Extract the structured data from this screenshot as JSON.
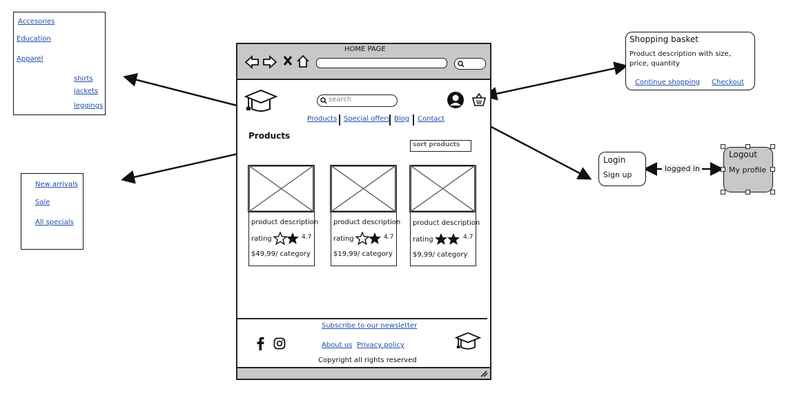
{
  "categories_menu": {
    "items": [
      "Accesories",
      "Education",
      "Apparel"
    ],
    "sub_items": [
      "shirts",
      "jackets",
      "leggings"
    ]
  },
  "offers_menu": {
    "items": [
      "New arrivals",
      "Sale",
      "All specials"
    ]
  },
  "browser": {
    "page_title": "HOME PAGE"
  },
  "header": {
    "search_placeholder": "search",
    "nav": [
      "Products",
      "Special offers",
      "Blog",
      "Contact"
    ]
  },
  "main": {
    "heading": "Products",
    "sort_label": "sort products",
    "products": [
      {
        "description": "product description",
        "rating_label": "rating",
        "rating": "4.7",
        "price": "$49,99/ category"
      },
      {
        "description": "product description",
        "rating_label": "rating",
        "rating": "4.7",
        "price": "$19,99/ category"
      },
      {
        "description": "product description",
        "rating_label": "rating",
        "rating": "4.7",
        "price": "$9,99/ category"
      }
    ]
  },
  "footer": {
    "newsletter": "Subscribe to our newsletter",
    "about": "About us",
    "privacy": "Privacy policy",
    "copyright": "Copyright all rights reserved"
  },
  "basket_popup": {
    "title": "Shopping basket",
    "description": "Product description with size, price, quantity",
    "continue": "Continue shopping",
    "checkout": "Checkout"
  },
  "account": {
    "login": "Login",
    "signup": "Sign up",
    "logged_in": "logged in",
    "logout": "Logout",
    "profile": "My profile"
  },
  "icons": [
    "back-arrow-icon",
    "forward-arrow-icon",
    "close-icon",
    "home-icon",
    "search-icon",
    "graduation-cap-logo",
    "user-icon",
    "basket-icon",
    "facebook-icon",
    "instagram-icon",
    "star-icon",
    "resize-icon"
  ]
}
